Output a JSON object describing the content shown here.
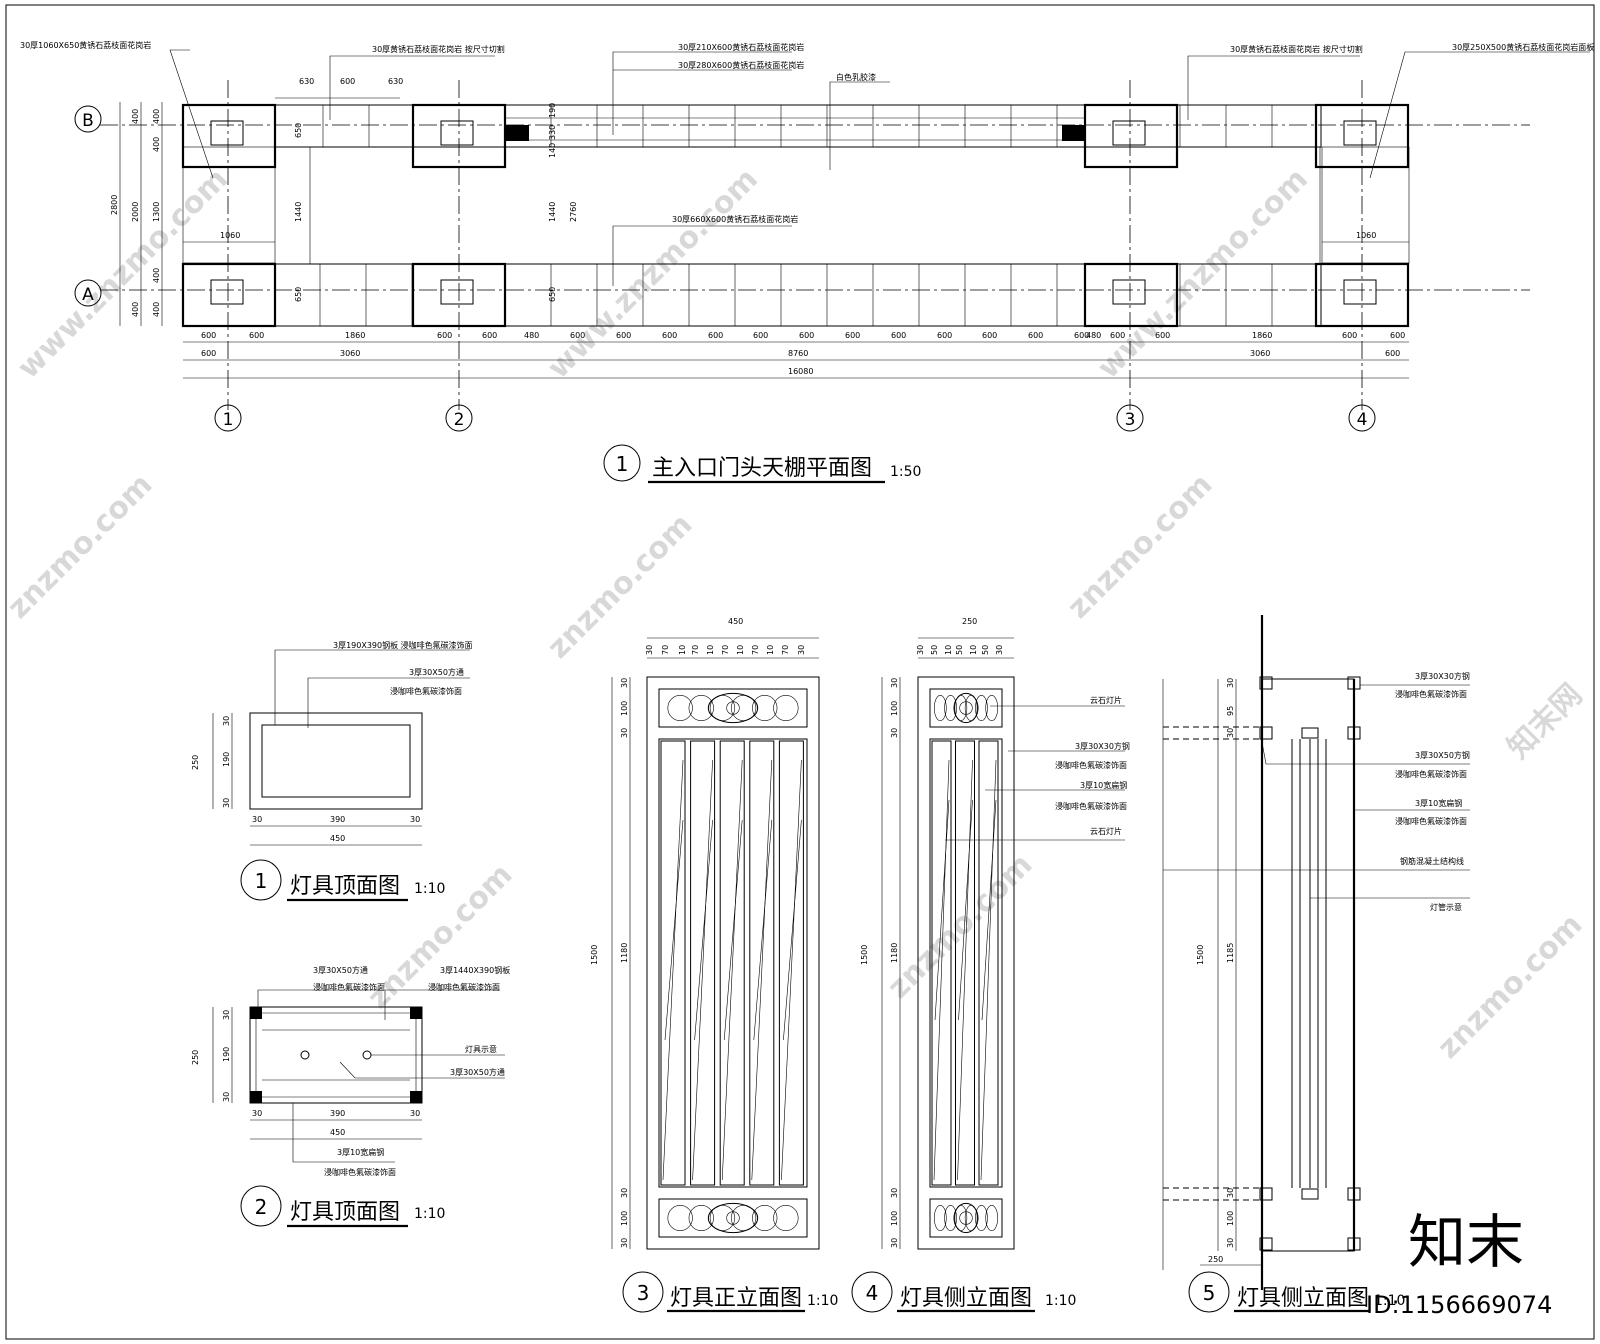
{
  "plan": {
    "title_num": "1",
    "title": "主入口门头天棚平面图",
    "scale": "1:50",
    "grid_rows": [
      "B",
      "A"
    ],
    "grid_cols": [
      "1",
      "2",
      "3",
      "4"
    ],
    "notes": {
      "n1": "30厚1060X650黄锈石荔枝面花岗岩",
      "n2": "30厚黄锈石荔枝面花岗岩 按尺寸切割",
      "n3": "30厚210X600黄锈石荔枝面花岗岩",
      "n4": "30厚280X600黄锈石荔枝面花岗岩",
      "n5": "白色乳胶漆",
      "n6": "30厚黄锈石荔枝面花岗岩 按尺寸切割",
      "n7": "30厚250X500黄锈石荔枝面花岗岩面板",
      "n8": "30厚660X600黄锈石荔枝面花岗岩"
    },
    "dims_top": [
      "630",
      "600",
      "630"
    ],
    "dims_left_outer": "2800",
    "dims_left_mid": [
      "400",
      "2000",
      "400"
    ],
    "dims_left_inner": [
      "400",
      "400",
      "1300",
      "400",
      "400"
    ],
    "dim_1060": "1060",
    "dims_inner_v1": [
      "650",
      "1440",
      "650"
    ],
    "dims_inner_v2": [
      "190",
      "330",
      "140",
      "1440",
      "2760",
      "650"
    ],
    "dims_row1": [
      "600",
      "600",
      "1860",
      "600",
      "600",
      "480",
      "600",
      "600",
      "600",
      "600",
      "600",
      "600",
      "600",
      "600",
      "600",
      "600",
      "600",
      "600",
      "480",
      "600",
      "600",
      "1860",
      "600",
      "600"
    ],
    "dims_row2": [
      "600",
      "3060",
      "8760",
      "3060",
      "600"
    ],
    "dims_row3": "16080"
  },
  "d1": {
    "num": "1",
    "title": "灯具顶面图",
    "scale": "1:10",
    "note1": "3厚190X390钢板 浸咖啡色氟碳漆饰面",
    "note2": "3厚30X50方通",
    "note3": "浸咖啡色氟碳漆饰面",
    "dims_v": [
      "30",
      "190",
      "30"
    ],
    "dim_v_total": "250",
    "dims_h": [
      "30",
      "390",
      "30"
    ],
    "dim_h_total": "450"
  },
  "d2": {
    "num": "2",
    "title": "灯具顶面图",
    "scale": "1:10",
    "note1": "3厚30X50方通",
    "note2": "浸咖啡色氟碳漆饰面",
    "note3": "3厚1440X390钢板",
    "note4": "浸咖啡色氟碳漆饰面",
    "note5": "灯具示意",
    "note6": "3厚30X50方通",
    "note7": "3厚10宽扁钢",
    "note8": "浸咖啡色氟碳漆饰面",
    "dims_v": [
      "30",
      "190",
      "30"
    ],
    "dim_v_total": "250",
    "dims_h": [
      "30",
      "390",
      "30"
    ],
    "dim_h_total": "450"
  },
  "d3": {
    "num": "3",
    "title": "灯具正立面图",
    "scale": "1:10",
    "dim_top": "450",
    "dims_top_sub": [
      "30",
      "70",
      "10",
      "70",
      "10",
      "70",
      "10",
      "70",
      "10",
      "70",
      "30"
    ],
    "dim_v_total": "1500",
    "dims_v": [
      "30",
      "100",
      "30",
      "1180",
      "30",
      "100",
      "30"
    ]
  },
  "d4": {
    "num": "4",
    "title": "灯具侧立面图",
    "scale": "1:10",
    "dim_top": "250",
    "dims_top_sub": [
      "30",
      "50",
      "10",
      "50",
      "10",
      "50",
      "30"
    ],
    "dim_v_total": "1500",
    "dims_v": [
      "30",
      "100",
      "30",
      "1180",
      "30",
      "100",
      "30"
    ],
    "note1": "云石灯片",
    "note2": "3厚30X30方钢",
    "note3": "浸咖啡色氟碳漆饰面",
    "note4": "3厚10宽扁钢",
    "note5": "浸咖啡色氟碳漆饰面",
    "note6": "云石灯片"
  },
  "d5": {
    "num": "5",
    "title": "灯具侧立面图",
    "scale": "1:10",
    "dim_v_total": "1500",
    "dims_v": [
      "30",
      "95",
      "30",
      "1185",
      "30",
      "100",
      "30"
    ],
    "dim_bottom": "250",
    "note1": "3厚30X30方钢",
    "note2": "浸咖啡色氟碳漆饰面",
    "note3": "3厚30X50方钢",
    "note4": "浸咖啡色氟碳漆饰面",
    "note5": "3厚10宽扁钢",
    "note6": "浸咖啡色氟碳漆饰面",
    "note7": "钢筋混凝土结构线",
    "note8": "灯管示意"
  },
  "watermark": {
    "logo": "知末",
    "id": "ID:1156669074",
    "site": "znzmo.com",
    "site2": "www.znzmo.com",
    "brand": "知末网"
  }
}
